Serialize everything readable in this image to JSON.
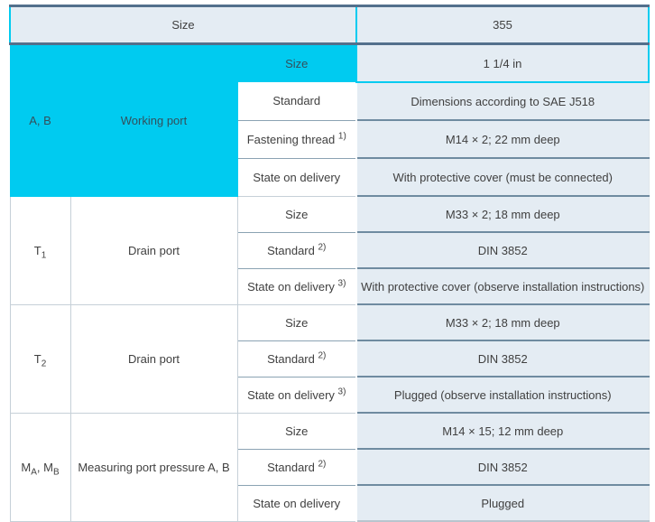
{
  "header": {
    "col_label": "Size",
    "col_value": "355"
  },
  "sections": [
    {
      "port_id": [
        {
          "t": "A, B"
        }
      ],
      "port_name": "Working port",
      "rows": [
        {
          "label": [
            {
              "t": "Size"
            }
          ],
          "value": "1 1/4 in",
          "highlighted": true
        },
        {
          "label": [
            {
              "t": "Standard"
            }
          ],
          "value": "Dimensions according to SAE J518"
        },
        {
          "label": [
            {
              "t": "Fastening thread "
            },
            {
              "sup": "1)"
            }
          ],
          "value": "M14 × 2; 22 mm deep"
        },
        {
          "label": [
            {
              "t": "State on delivery"
            }
          ],
          "value": "With protective cover (must be connected)"
        }
      ]
    },
    {
      "port_id": [
        {
          "t": "T"
        },
        {
          "sub": "1"
        }
      ],
      "port_name": "Drain port",
      "rows": [
        {
          "label": [
            {
              "t": "Size"
            }
          ],
          "value": "M33 × 2; 18 mm deep"
        },
        {
          "label": [
            {
              "t": "Standard "
            },
            {
              "sup": "2)"
            }
          ],
          "value": "DIN 3852"
        },
        {
          "label": [
            {
              "t": "State on delivery "
            },
            {
              "sup": "3)"
            }
          ],
          "value": "With protective cover (observe installation instructions)"
        }
      ]
    },
    {
      "port_id": [
        {
          "t": "T"
        },
        {
          "sub": "2"
        }
      ],
      "port_name": "Drain port",
      "rows": [
        {
          "label": [
            {
              "t": "Size"
            }
          ],
          "value": "M33 × 2; 18 mm deep"
        },
        {
          "label": [
            {
              "t": "Standard "
            },
            {
              "sup": "2)"
            }
          ],
          "value": "DIN 3852"
        },
        {
          "label": [
            {
              "t": "State on delivery "
            },
            {
              "sup": "3)"
            }
          ],
          "value": "Plugged (observe installation instructions)"
        }
      ]
    },
    {
      "port_id": [
        {
          "t": "M"
        },
        {
          "sub": "A"
        },
        {
          "t": ", M"
        },
        {
          "sub": "B"
        }
      ],
      "port_name": "Measuring port pressure A, B",
      "rows": [
        {
          "label": [
            {
              "t": "Size"
            }
          ],
          "value": "M14 × 15; 12 mm deep"
        },
        {
          "label": [
            {
              "t": "Standard "
            },
            {
              "sup": "2)"
            }
          ],
          "value": "DIN 3852"
        },
        {
          "label": [
            {
              "t": "State on delivery"
            }
          ],
          "value": "Plugged"
        }
      ]
    }
  ],
  "colors": {
    "accent_cyan": "#00CBF0",
    "header_border": "#53708C",
    "cell_background": "#E4ECF3",
    "value_separator": "#6F8BA0",
    "light_border": "#C6D0D8",
    "text": "#404040"
  }
}
